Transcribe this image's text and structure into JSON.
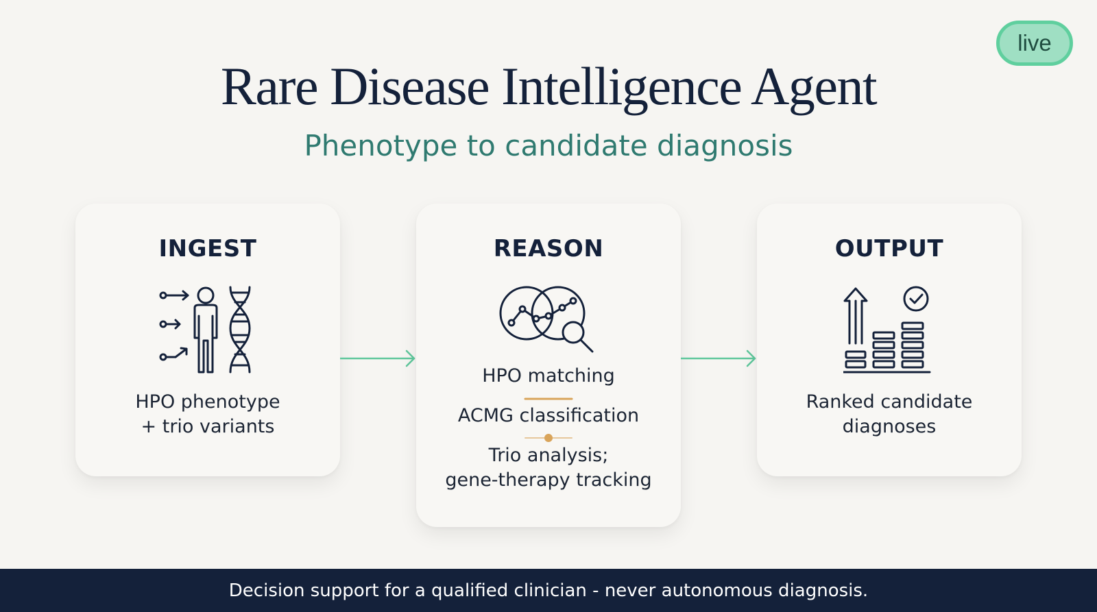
{
  "badge": {
    "label": "live"
  },
  "header": {
    "title": "Rare Disease Intelligence Agent",
    "subtitle": "Phenotype to candidate diagnosis"
  },
  "stages": [
    {
      "title": "INGEST",
      "icon": "person-dna-icon",
      "lines": [
        "HPO phenotype",
        "+ trio variants"
      ]
    },
    {
      "title": "REASON",
      "icon": "venn-analysis-magnifier-icon",
      "items": [
        "HPO matching",
        "ACMG classification",
        "Trio analysis;",
        "gene-therapy tracking"
      ]
    },
    {
      "title": "OUTPUT",
      "icon": "ranked-bars-check-icon",
      "lines": [
        "Ranked candidate",
        "diagnoses"
      ]
    }
  ],
  "footer": {
    "text": "Decision support for a qualified clinician - never autonomous diagnosis."
  },
  "colors": {
    "navy": "#14213a",
    "teal_text": "#2f7a70",
    "arrow_green": "#5fc79c",
    "badge_fill": "#9fdfc3",
    "badge_border": "#5fcf9e",
    "divider_gold": "#d9a45a",
    "background": "#f6f5f2"
  }
}
